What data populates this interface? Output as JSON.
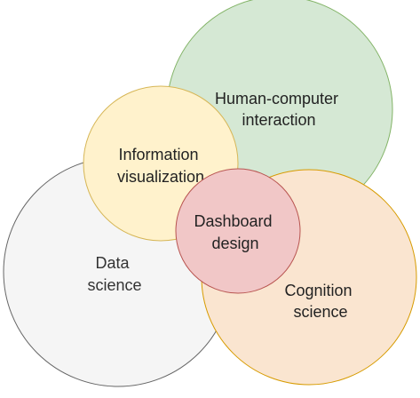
{
  "diagram": {
    "bubbles": [
      {
        "id": "human-computer-interaction",
        "lines": [
          "Human-computer",
          "interaction"
        ],
        "fill": "#d5e8d4",
        "stroke": "#82b366",
        "text_color": "#222222"
      },
      {
        "id": "data-science",
        "lines": [
          "Data",
          "science"
        ],
        "fill": "#f5f5f5",
        "stroke": "#666666",
        "text_color": "#333333"
      },
      {
        "id": "cognition-science",
        "lines": [
          "Cognition",
          "science"
        ],
        "fill": "#fae5d0",
        "stroke": "#d79b00",
        "text_color": "#222222"
      },
      {
        "id": "information-visualization",
        "lines": [
          "Information",
          "visualization"
        ],
        "fill": "#fff2cc",
        "stroke": "#d6b656",
        "text_color": "#222222"
      },
      {
        "id": "dashboard-design",
        "lines": [
          "Dashboard",
          "design"
        ],
        "fill": "#f1c7c7",
        "stroke": "#b85450",
        "text_color": "#222222"
      }
    ]
  }
}
